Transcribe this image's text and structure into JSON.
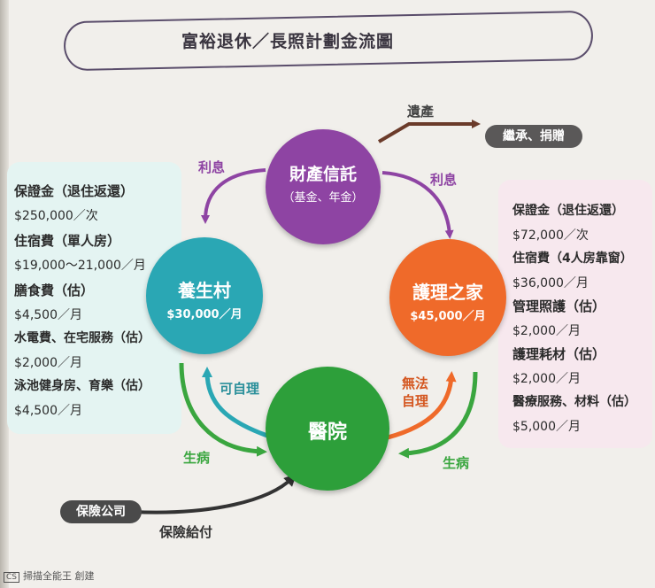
{
  "title": "富裕退休／長照計劃金流圖",
  "nodes": {
    "trust": {
      "name": "財產信託",
      "sub": "（基金、年金）",
      "color": "#8e44a3"
    },
    "village": {
      "name": "養生村",
      "price": "$30,000／月",
      "color": "#2aa7b4"
    },
    "care_home": {
      "name": "護理之家",
      "price": "$45,000／月",
      "color": "#ef6a2a"
    },
    "hospital": {
      "name": "醫院",
      "color": "#2d9f3a"
    }
  },
  "labels": {
    "interest_left": "利息",
    "interest_right": "利息",
    "estate": "遺產",
    "inherit": "繼承、捐贈",
    "self_care": "可自理",
    "no_self_care": "無法自理",
    "sick_left": "生病",
    "sick_right": "生病",
    "insurer": "保險公司",
    "insurance_pay": "保險給付"
  },
  "left_costs": [
    {
      "item": "保證金（退住返還）",
      "value": "$250,000／次"
    },
    {
      "item": "住宿費（單人房）",
      "value": "$19,000～21,000／月"
    },
    {
      "item": "膳食費（估）",
      "value": "$4,500／月"
    },
    {
      "item": "水電費、在宅服務（估）",
      "value": "$2,000／月"
    },
    {
      "item": "泳池健身房、育樂（估）",
      "value": "$4,500／月"
    }
  ],
  "right_costs": [
    {
      "item": "保證金（退住返還）",
      "value": "$72,000／次"
    },
    {
      "item": "住宿費（4人房靠窗）",
      "value": "$36,000／月"
    },
    {
      "item": "管理照護（估）",
      "value": "$2,000／月"
    },
    {
      "item": "護理耗材（估）",
      "value": "$2,000／月"
    },
    {
      "item": "醫療服務、材料（估）",
      "value": "$5,000／月"
    }
  ],
  "footer": {
    "badge": "CS",
    "text": "掃描全能王 創建"
  },
  "colors": {
    "purple": "#8e44a3",
    "teal": "#2aa7b4",
    "orange": "#ef6a2a",
    "green": "#3aa63f",
    "dark": "#4f4f4f",
    "brown": "#6b3b2a"
  }
}
